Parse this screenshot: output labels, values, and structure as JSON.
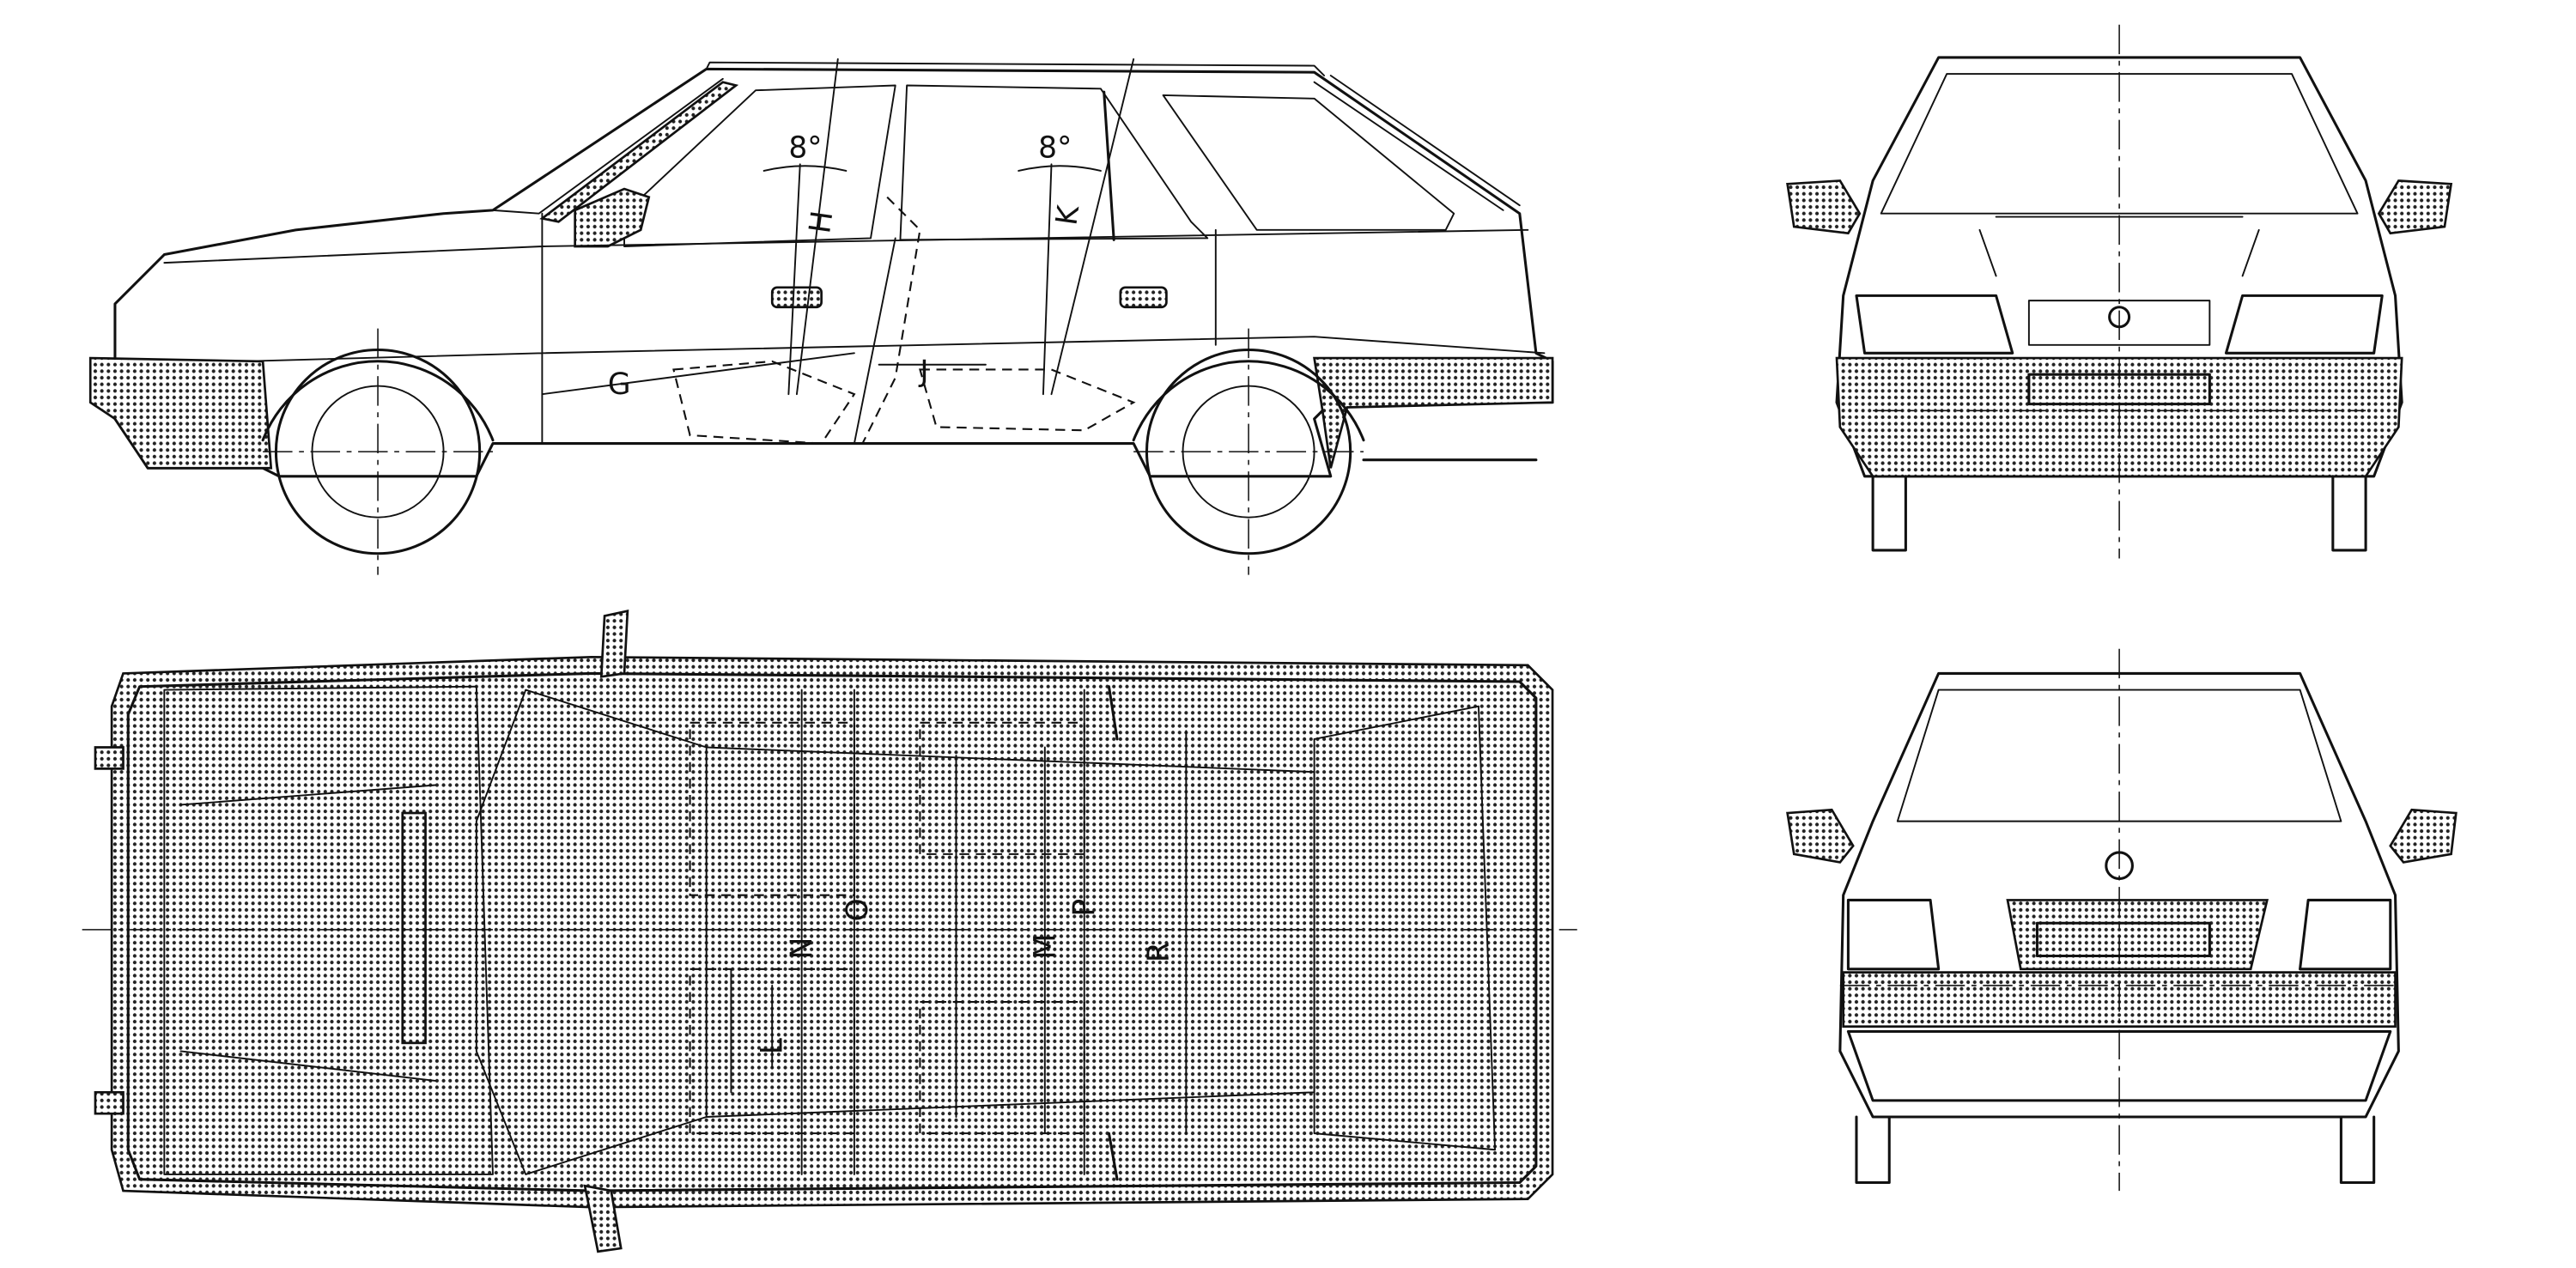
{
  "side_view": {
    "front_angle_label": "8°",
    "rear_angle_label": "8°",
    "dim_h": "H",
    "dim_k": "K",
    "dim_g": "G",
    "dim_j": "J"
  },
  "top_view": {
    "dim_l": "L",
    "dim_n": "N",
    "dim_o": "O",
    "dim_m": "M",
    "dim_p": "P",
    "dim_r": "R"
  },
  "colors": {
    "ink": "#111111",
    "paper": "#ffffff"
  }
}
